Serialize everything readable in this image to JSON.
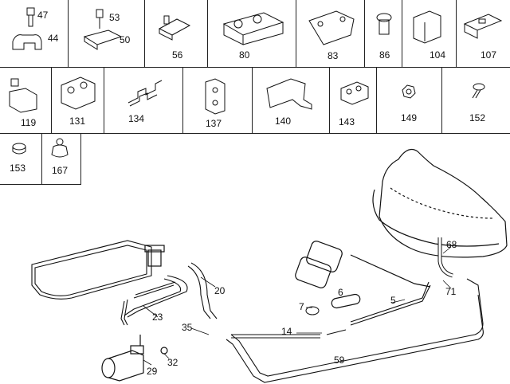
{
  "parts_grid": {
    "row1": [
      "47",
      "44",
      "53",
      "50",
      "56",
      "80",
      "83",
      "86",
      "104",
      "107"
    ],
    "row2": [
      "119",
      "131",
      "134",
      "137",
      "140",
      "143",
      "149",
      "152"
    ],
    "row3": [
      "153",
      "167"
    ]
  },
  "callouts": {
    "c68": "68",
    "c6": "6",
    "c7": "7",
    "c5": "5",
    "c71": "71",
    "c20": "20",
    "c23": "23",
    "c35": "35",
    "c14": "14",
    "c59": "59",
    "c29": "29",
    "c32": "32"
  }
}
